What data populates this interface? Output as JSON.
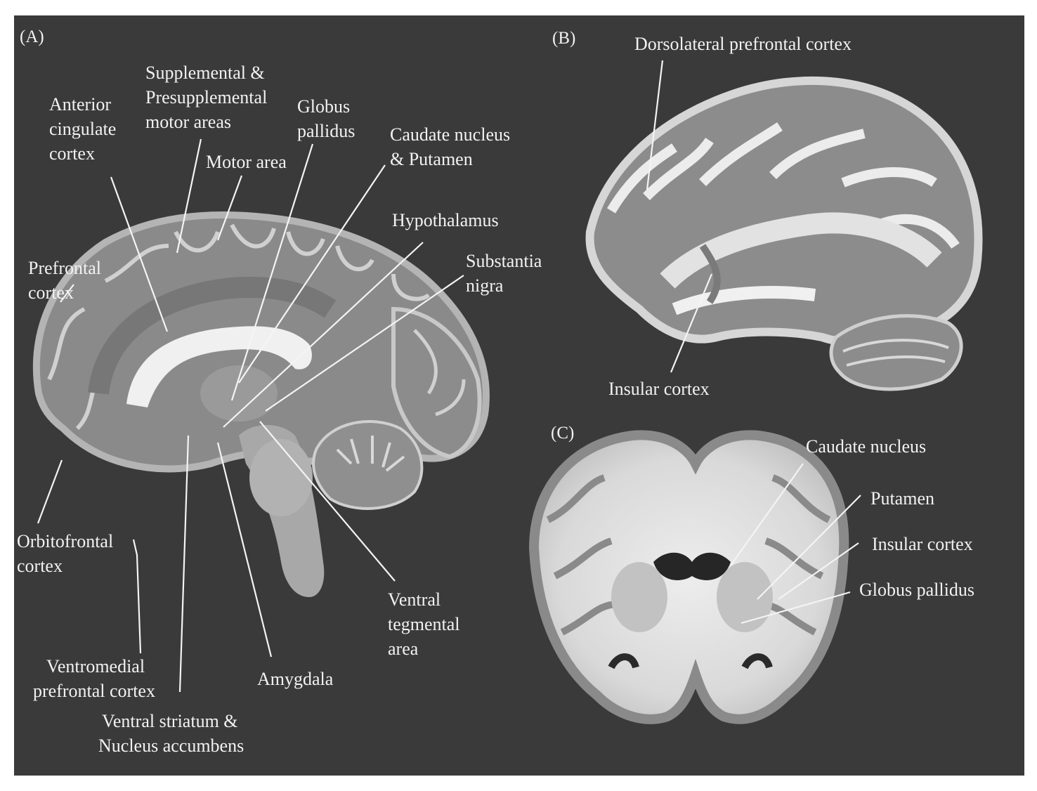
{
  "panels": {
    "a": "(A)",
    "b": "(B)",
    "c": "(C)"
  },
  "labels": {
    "supplemental": [
      "Supplemental &",
      "Presupplemental",
      "motor areas"
    ],
    "anterior_cingulate": [
      "Anterior",
      "cingulate",
      "cortex"
    ],
    "globus_pallidus_a": [
      "Globus",
      "pallidus"
    ],
    "caudate_putamen": [
      "Caudate nucleus",
      "& Putamen"
    ],
    "motor_area": [
      "Motor area"
    ],
    "hypothalamus": [
      "Hypothalamus"
    ],
    "substantia_nigra": [
      "Substantia",
      "nigra"
    ],
    "prefrontal": [
      "Prefrontal",
      "cortex"
    ],
    "orbitofrontal": [
      "Orbitofrontal",
      "cortex"
    ],
    "ventral_tegmental": [
      "Ventral",
      "tegmental",
      "area"
    ],
    "ventromedial": [
      "Ventromedial",
      "prefrontal cortex"
    ],
    "amygdala": [
      "Amygdala"
    ],
    "ventral_striatum": [
      "Ventral striatum &",
      "Nucleus accumbens"
    ],
    "dlpfc": [
      "Dorsolateral prefrontal cortex"
    ],
    "insular_b": [
      "Insular cortex"
    ],
    "caudate_c": [
      "Caudate nucleus"
    ],
    "putamen_c": [
      "Putamen"
    ],
    "insular_c": [
      "Insular cortex"
    ],
    "globus_pallidus_c": [
      "Globus pallidus"
    ]
  },
  "colors": {
    "background": "#3a3a3a",
    "text": "#f2f2f2",
    "tissue_gray": "#8c8c8c",
    "tissue_white": "#e6e6e6"
  }
}
